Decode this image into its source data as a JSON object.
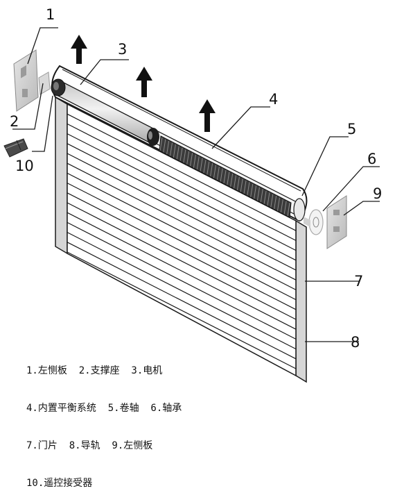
{
  "callouts": {
    "c1": "1",
    "c2": "2",
    "c3": "3",
    "c4": "4",
    "c5": "5",
    "c6": "6",
    "c7": "7",
    "c8": "8",
    "c9": "9",
    "c10": "10"
  },
  "legend": {
    "line1": "1.左恻板  2.支撑座  3.电机",
    "line2": "4.内置平衡系统  5.卷轴  6.轴承",
    "line3": "7.门片  8.导轨  9.左恻板",
    "line4": "10.遥控接受器"
  },
  "colors": {
    "outline": "#1a1a1a",
    "slat_fill": "#ffffff",
    "rail_fill": "#d4d4d4",
    "drum_fill": "#dcdcdc",
    "spring_fill": "#3a3a3a",
    "arrow_fill": "#111111"
  }
}
